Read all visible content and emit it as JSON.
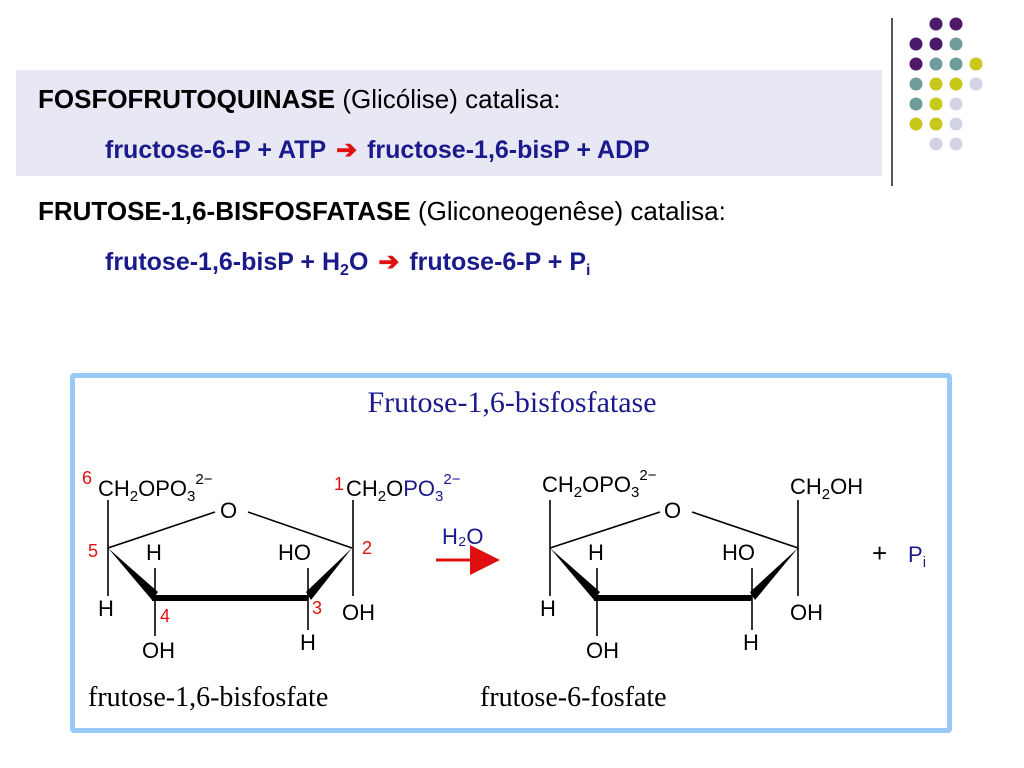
{
  "header": {
    "enzyme1_name": "FOSFOFRUTOQUINASE",
    "enzyme1_context": "(Glicólise) catalisa",
    "enzyme1_colon": ":",
    "eq1_left": "fructose-6-P + ATP",
    "eq1_arrow": "➔",
    "eq1_right": "fructose-1,6-bisP + ADP",
    "enzyme2_name": "FRUTOSE-1,6-BISFOSFATASE",
    "enzyme2_context": "(Gliconeogenêse) catalisa:",
    "eq2_left_a": "frutose-1,6-bisP + H",
    "eq2_left_sub": "2",
    "eq2_left_b": "O",
    "eq2_arrow": "➔",
    "eq2_right_a": "frutose-6-P + P",
    "eq2_right_sub": "i"
  },
  "diagram": {
    "title": "Frutose-1,6-bisfosfatase",
    "reagent_label": "H₂O",
    "plus": "+",
    "pi": "P",
    "pi_sub": "i",
    "left_caption": "frutose-1,6-bisfosfate",
    "right_caption": "frutose-6-fosfate",
    "carbon_numbers": [
      "6",
      "1",
      "5",
      "2",
      "4",
      "3"
    ],
    "ring_o": "O",
    "h": "H",
    "oh": "OH",
    "ho": "HO",
    "ch2": "CH",
    "sub2": "2",
    "opo": "OPO",
    "po": "PO",
    "sub3": "3",
    "charge": "2−",
    "o_letter": "O",
    "ch2oh_tail": "OH"
  },
  "colors": {
    "header_bg": "#e8e8f4",
    "equation_text": "#1a1a8c",
    "arrow": "#e01010",
    "carbon_number": "#e01010",
    "phosphate_highlight": "#1a1a8c",
    "panel_border": "#99c9f7",
    "dot_purple": "#4b1a6b",
    "dot_teal": "#6f9c9a",
    "dot_yellow": "#c8c81a",
    "dot_lavender": "#d3d3e6"
  }
}
